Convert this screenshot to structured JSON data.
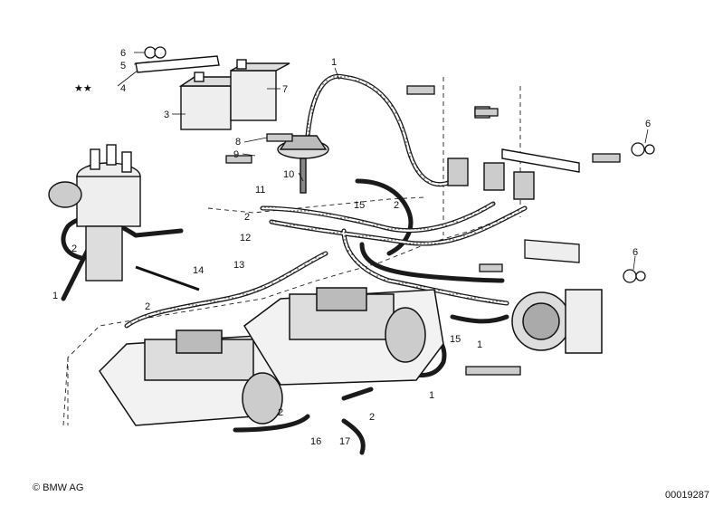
{
  "diagram": {
    "callouts": [
      "1",
      "2",
      "3",
      "4",
      "5",
      "6",
      "7",
      "8",
      "9",
      "10",
      "11",
      "12",
      "13",
      "14",
      "15",
      "16",
      "17"
    ],
    "stars": "★★",
    "copyright": "© BMW AG",
    "part_number": "00019287"
  }
}
